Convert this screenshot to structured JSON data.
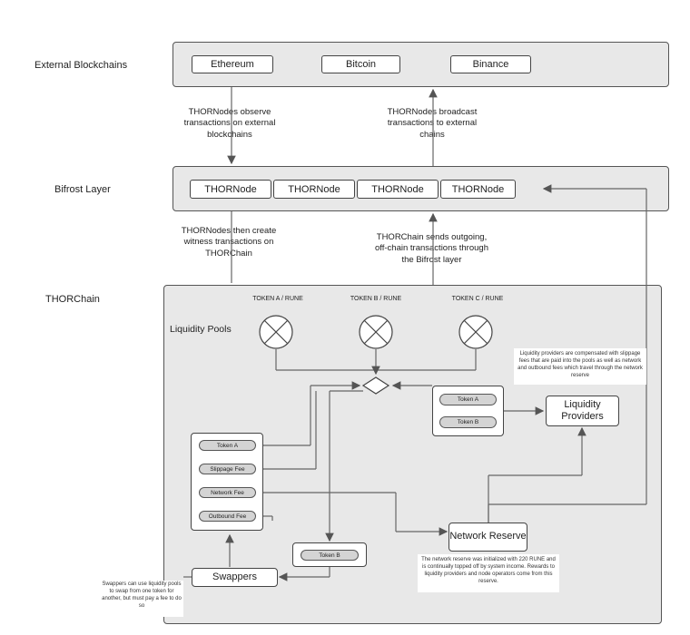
{
  "layers": {
    "external": "External Blockchains",
    "bifrost": "Bifrost Layer",
    "thorchain": "THORChain"
  },
  "external_chains": [
    "Ethereum",
    "Bitcoin",
    "Binance"
  ],
  "thornodes": [
    "THORNode",
    "THORNode",
    "THORNode",
    "THORNode"
  ],
  "captions": {
    "observe": "THORNodes observe transactions on external blockchains",
    "broadcast": "THORNodes broadcast transactions to external chains",
    "witness": "THORNodes then create witness transactions on THORChain",
    "outgoing": "THORChain sends outgoing, off-chain transactions through the Bifrost layer"
  },
  "pools": {
    "title": "Liquidity Pools",
    "items": [
      "TOKEN A / RUNE",
      "TOKEN B / RUNE",
      "TOKEN C / RUNE"
    ]
  },
  "fees_panel": [
    "Token A",
    "Slippage Fee",
    "Network Fee",
    "Outbound Fee"
  ],
  "lp_tokens": [
    "Token A",
    "Token B"
  ],
  "swap_token": "Token B",
  "liquidity_providers": "Liquidity Providers",
  "network_reserve": "Network Reserve",
  "swappers": "Swappers",
  "notes": {
    "lp": "Liquidity providers are compensated with slippage fees that are paid into the pools as well as network and outbound fees which travel through the network reserve",
    "reserve": "The network reserve was initialized with 220 RUNE and is continually topped off by system income. Rewards to liquidity providers and node operators come from this reserve.",
    "swappers": "Swappers can use liquidity pools to swap from one token for another, but must pay a fee to do so"
  }
}
